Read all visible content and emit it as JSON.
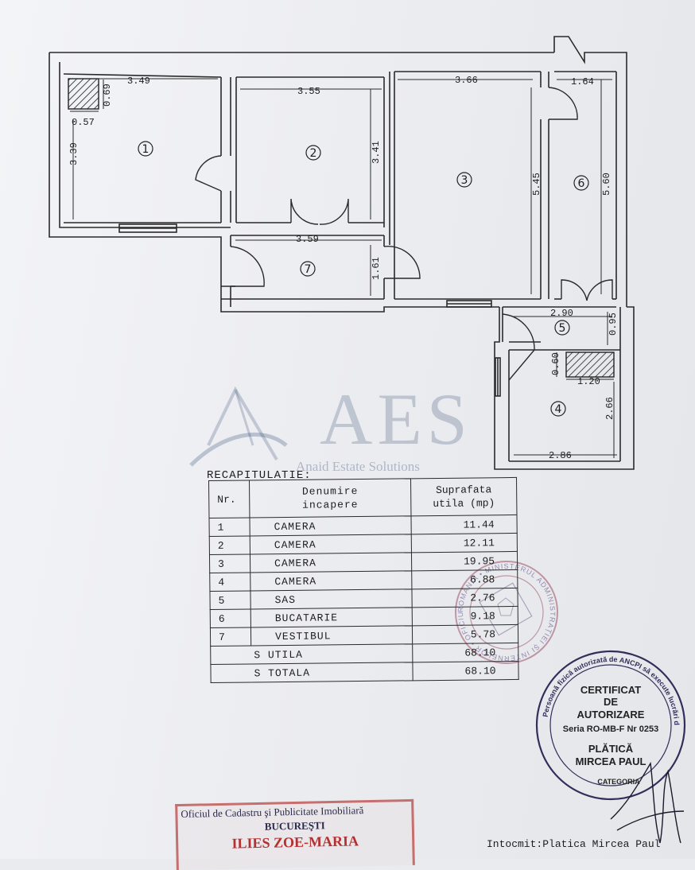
{
  "watermark": {
    "brand": "AES",
    "tagline": "Anaid Estate Solutions"
  },
  "plan": {
    "rooms": [
      {
        "number": "1"
      },
      {
        "number": "2"
      },
      {
        "number": "3"
      },
      {
        "number": "4"
      },
      {
        "number": "5"
      },
      {
        "number": "6"
      },
      {
        "number": "7"
      }
    ],
    "dimensions": {
      "room1_width": "3.49",
      "room1_height": "3.39",
      "shaft1_width": "0.57",
      "shaft1_height": "0.69",
      "room2_width": "3.55",
      "room2_height": "3.41",
      "room3_width": "3.66",
      "room3_height": "5.45",
      "room6_width": "1.64",
      "room6_height": "5.60",
      "room7_width": "3.59",
      "room7_height": "1.61",
      "room5_width": "2.90",
      "room5_height": "0.95",
      "shaft4_width": "1.20",
      "shaft4_height": "0.60",
      "room4_width": "2.86",
      "room4_height": "2.66"
    }
  },
  "recap": {
    "title": "RECAPITULATIE:",
    "headers": {
      "nr": "Nr.",
      "name_line1": "Denumire",
      "name_line2": "incapere",
      "area_line1": "Suprafata",
      "area_line2": "utila (mp)"
    },
    "rows": [
      {
        "nr": "1",
        "name": "CAMERA",
        "area": "11.44"
      },
      {
        "nr": "2",
        "name": "CAMERA",
        "area": "12.11"
      },
      {
        "nr": "3",
        "name": "CAMERA",
        "area": "19.95"
      },
      {
        "nr": "4",
        "name": "CAMERA",
        "area": "6.88"
      },
      {
        "nr": "5",
        "name": "SAS",
        "area": "2.76"
      },
      {
        "nr": "6",
        "name": "BUCATARIE",
        "area": "9.18"
      },
      {
        "nr": "7",
        "name": "VESTIBUL",
        "area": "5.78"
      }
    ],
    "s_utila_label": "S UTILA",
    "s_utila_value": "68.10",
    "s_totala_label": "S TOTALA",
    "s_totala_value": "68.10"
  },
  "certificate_stamp": {
    "line1": "CERTIFICAT",
    "line2": "DE",
    "line3": "AUTORIZARE",
    "line4": "Seria RO-MB-F Nr 0253",
    "line5": "PLĂTICĂ",
    "line6": "MIRCEA PAUL",
    "ring_text": "Persoană fizică autorizată de ANCPI să execute lucrări de cadastru, geodezie și cartografie",
    "category": "CATEGORIA"
  },
  "ocpi_stamp": {
    "ring_text": "ROMÂNIA • MINISTERUL ADMINISTRAȚIEI ȘI INTERNELOR • OFICIUL DE CADASTRU ȘI PUBLICITATE IMOBILIARĂ"
  },
  "bottom_stamp": {
    "line1": "Oficiul de Cadastru şi Publicitate Imobiliară",
    "line2": "BUCUREŞTI",
    "line3": "ILIES ZOE-MARIA"
  },
  "footer": {
    "prepared_by": "Intocmit:Platica Mircea Paul"
  },
  "colors": {
    "ink": "#1d1d1d",
    "watermark": "#1f3a66",
    "stamp_red": "#c76e6e",
    "stamp_violet": "#3a3a6e"
  }
}
